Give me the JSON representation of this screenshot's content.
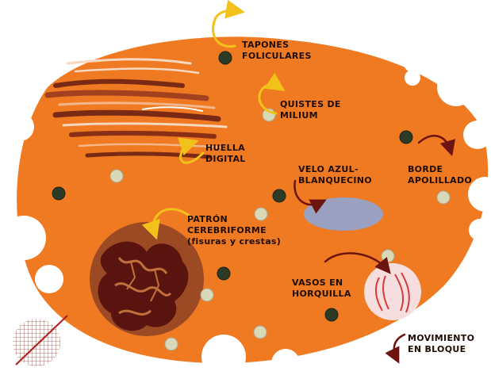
{
  "labels": {
    "tapones": "TAPONES\nFOLICULARES",
    "quistes": "QUISTES DE\nMILIUM",
    "huella": "HUELLA\nDIGITAL",
    "velo": "VELO AZUL-\nBLANQUECINO",
    "borde": "BORDE\nAPOLILLADO",
    "patron": "PATRÓN\nCEREBRIFORME\n(fisuras y crestas)",
    "vasos": "VASOS EN\nHORQUILLA",
    "movimiento": "MOVIMIENTO\nEN BLOQUE"
  },
  "colors": {
    "lesion": "#ef7a21",
    "dark_plug": "#2c3a26",
    "milium": "#d9d9b8",
    "veil": "#9aa1c0",
    "cerebriform": "#8a2a16",
    "arrow_yellow": "#f2c21b",
    "arrow_red": "#6e1410",
    "text": "#1f0d05"
  },
  "icons": [
    "curved-arrow-icon",
    "crosshatch-icon"
  ]
}
